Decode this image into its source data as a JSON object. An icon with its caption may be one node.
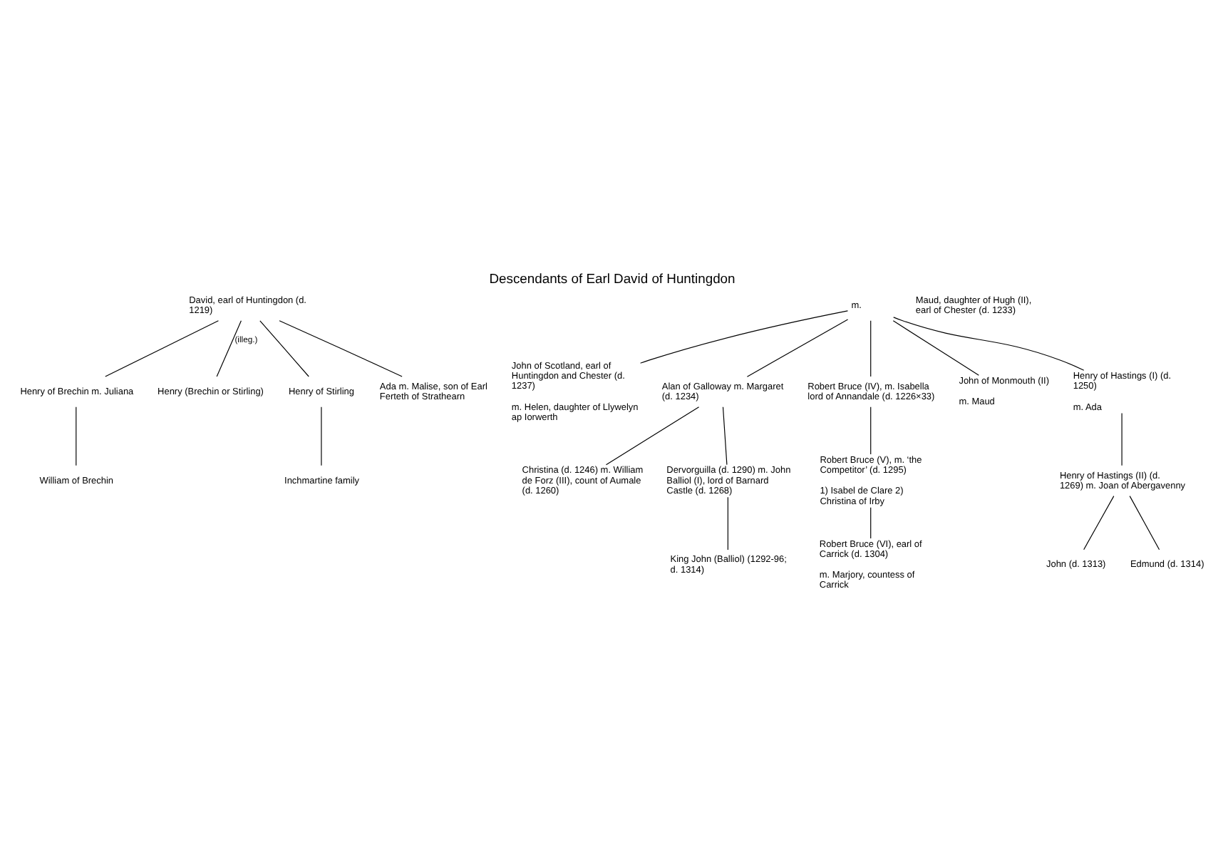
{
  "diagram": {
    "title": "Descendants of Earl David of Huntingdon",
    "nodes": [
      {
        "text": [
          "David, earl of Huntingdon (d. 1219)"
        ]
      },
      {
        "text": [
          "m."
        ]
      },
      {
        "text": [
          "Maud, daughter of Hugh (II), earl of Chester (d. 1233)"
        ]
      },
      {
        "text": [
          "Henry of Brechin m. Juliana"
        ]
      },
      {
        "text": [
          "Henry (Brechin or Stirling)"
        ]
      },
      {
        "text": [
          "Henry of Stirling"
        ]
      },
      {
        "text": [
          "John of Scotland, earl of Huntingdon and Chester (d. 1237)",
          "m. Helen, daughter of Llywelyn ap Iorwerth"
        ]
      },
      {
        "text": [
          "Ada m. Malise, son of Earl Ferteth of Strathearn"
        ]
      },
      {
        "text": [
          "William of Brechin"
        ]
      },
      {
        "text": [
          "Inchmartine family"
        ]
      },
      {
        "text": [
          "Alan of Galloway m. Margaret (d. 1234)"
        ]
      },
      {
        "text": [
          "Robert Bruce (IV), m. Isabella lord of Annandale (d. 1226×33)"
        ]
      },
      {
        "text": [
          "John of Monmouth (II)",
          "m. Maud"
        ]
      },
      {
        "text": [
          "Henry of Hastings (I) (d. 1250)",
          "m. Ada"
        ]
      },
      {
        "text": [
          "Christina (d. 1246) m. William de Forz (III), count of Aumale (d. 1260)"
        ]
      },
      {
        "text": [
          "Dervorguilla (d. 1290) m. John Balliol (I), lord of Barnard Castle (d. 1268)"
        ]
      },
      {
        "text": [
          "Robert Bruce (V), m. ‘the Competitor’ (d. 1295)",
          "1) Isabel de Clare 2) Christina of Irby"
        ]
      },
      {
        "text": [
          "Henry of Hastings (II) (d. 1269) m. Joan of Abergavenny"
        ]
      },
      {
        "text": [
          "King John (Balliol) (1292-96; d. 1314)"
        ]
      },
      {
        "text": [
          "Robert Bruce (VI), earl of Carrick (d. 1304)",
          "m. Marjory, countess of Carrick"
        ]
      },
      {
        "text": [
          "John (d. 1313)"
        ]
      },
      {
        "text": [
          "Edmund (d. 1314)"
        ]
      }
    ],
    "edges": [
      {
        "from": 0,
        "to": 3,
        "arrow": "none"
      },
      {
        "from": 0,
        "to": 4,
        "arrow": "none",
        "label": "(illeg.)"
      },
      {
        "from": 0,
        "to": 5,
        "arrow": "none"
      },
      {
        "from": 0,
        "to": 7,
        "arrow": "none"
      },
      {
        "from": 1,
        "to": 6,
        "arrow": "none"
      },
      {
        "from": 3,
        "to": 8,
        "arrow": "none"
      },
      {
        "from": 5,
        "to": 9,
        "arrow": "none"
      },
      {
        "from": 1,
        "to": 10,
        "arrow": "none"
      },
      {
        "from": 1,
        "to": 11,
        "arrow": "none"
      },
      {
        "from": 1,
        "to": 12,
        "arrow": "none"
      },
      {
        "from": 1,
        "to": 13,
        "arrow": "none"
      },
      {
        "from": 10,
        "to": 14,
        "arrow": "none"
      },
      {
        "from": 10,
        "to": 15,
        "arrow": "none"
      },
      {
        "from": 11,
        "to": 16,
        "arrow": "none"
      },
      {
        "from": 13,
        "to": 17,
        "arrow": "none"
      },
      {
        "from": 15,
        "to": 18,
        "arrow": "none"
      },
      {
        "from": 16,
        "to": 19,
        "arrow": "none"
      },
      {
        "from": 17,
        "to": 20,
        "arrow": "none"
      },
      {
        "from": 17,
        "to": 21,
        "arrow": "none"
      }
    ]
  }
}
